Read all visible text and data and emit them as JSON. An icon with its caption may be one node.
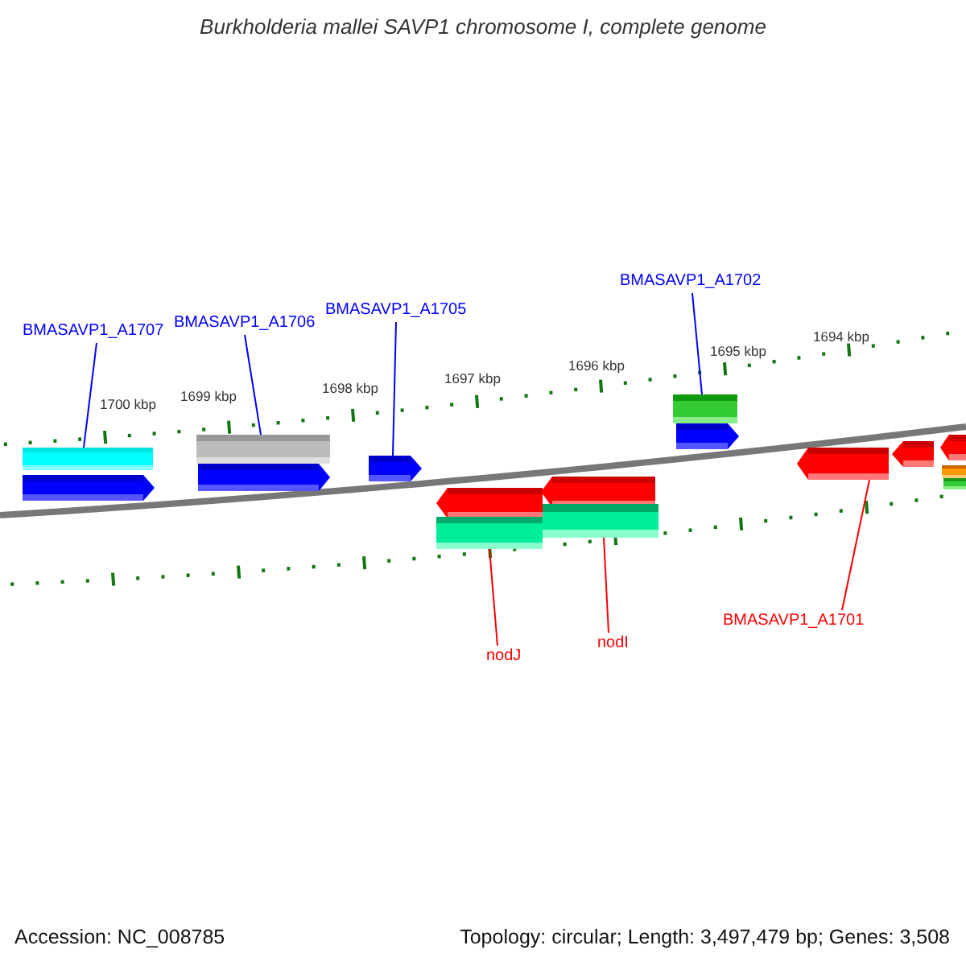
{
  "diagram": {
    "title": "Burkholderia mallei SAVP1 chromosome I, complete genome",
    "nodes": [
      {
        "text": [
          "BMASAVP1_A1707"
        ]
      },
      {
        "text": [
          "BMASAVP1_A1706"
        ]
      },
      {
        "text": [
          "BMASAVP1_A1705"
        ]
      },
      {
        "text": [
          "BMASAVP1_A1702"
        ]
      },
      {
        "text": [
          "nodJ"
        ]
      },
      {
        "text": [
          "nodI"
        ]
      },
      {
        "text": [
          "BMASAVP1_A1701"
        ]
      },
      {
        "text": [],
        "shape": "bar"
      },
      {
        "text": [],
        "shape": "arrow"
      },
      {
        "text": [],
        "shape": "bar"
      },
      {
        "text": [],
        "shape": "arrow"
      },
      {
        "text": [],
        "shape": "arrow"
      },
      {
        "text": [],
        "shape": "bar"
      },
      {
        "text": [],
        "shape": "arrow"
      },
      {
        "text": [],
        "shape": "arrow"
      },
      {
        "text": [],
        "shape": "arrow"
      },
      {
        "text": [],
        "shape": "bar"
      },
      {
        "text": [],
        "shape": "bar"
      },
      {
        "text": [],
        "shape": "arrow"
      },
      {
        "text": [],
        "shape": "arrow"
      },
      {
        "text": [],
        "shape": "arrow"
      },
      {
        "text": [],
        "shape": "bar"
      },
      {
        "text": [],
        "shape": "bar"
      }
    ],
    "edges": [
      {
        "from": 0,
        "to": 7,
        "arrow": "none"
      },
      {
        "from": 1,
        "to": 9,
        "arrow": "none"
      },
      {
        "from": 2,
        "to": 11,
        "arrow": "none"
      },
      {
        "from": 3,
        "to": 12,
        "arrow": "none"
      },
      {
        "from": 4,
        "to": 16,
        "arrow": "none",
        "color": "#ff0000"
      },
      {
        "from": 5,
        "to": 17,
        "arrow": "none",
        "color": "#ff0000"
      },
      {
        "from": 6,
        "to": 18,
        "arrow": "none",
        "color": "#ff0000"
      }
    ],
    "labels": [
      "1700 kbp",
      "1699 kbp",
      "1698 kbp",
      "1697 kbp",
      "1696 kbp",
      "1695 kbp",
      "1694 kbp",
      "Accession: NC_008785",
      "Topology: circular; Length: 3,497,479 bp; Genes: 3,508"
    ]
  }
}
